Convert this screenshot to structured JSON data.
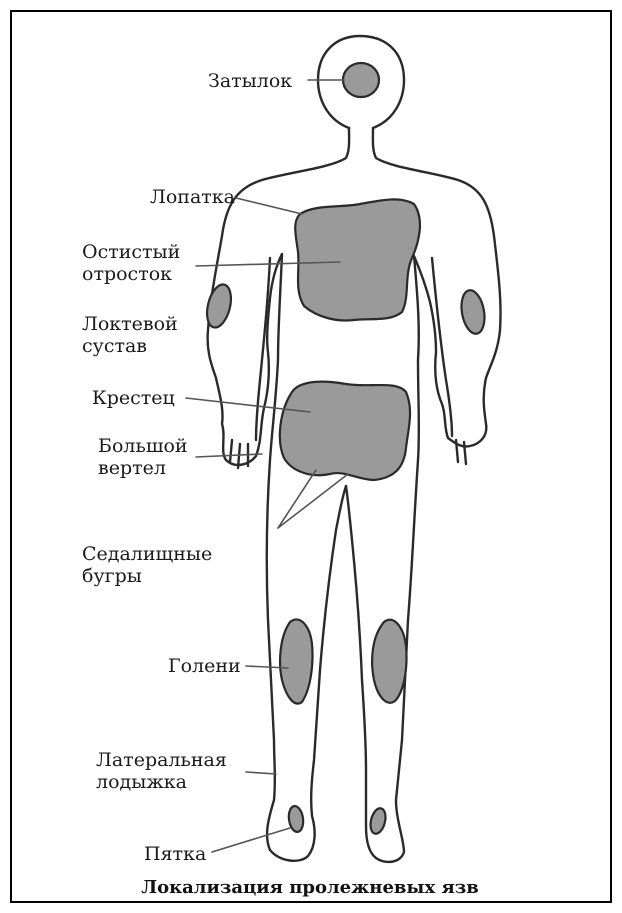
{
  "labels": {
    "occiput": "Затылок",
    "scapula": "Лопатка",
    "spinous_line1": "Остистый",
    "spinous_line2": "отросток",
    "elbow_line1": "Локтевой",
    "elbow_line2": "сустав",
    "sacrum": "Крестец",
    "trochanter_line1": "Большой",
    "trochanter_line2": "вертел",
    "ischial_line1": "Седалищные",
    "ischial_line2": "бугры",
    "shins": "Голени",
    "malleolus_line1": "Латеральная",
    "malleolus_line2": "лодыжка",
    "heel": "Пятка"
  },
  "caption": "Локализация пролежневых язв",
  "colors": {
    "sore_fill": "#9a9a9a",
    "outline": "#2a2a2a"
  }
}
